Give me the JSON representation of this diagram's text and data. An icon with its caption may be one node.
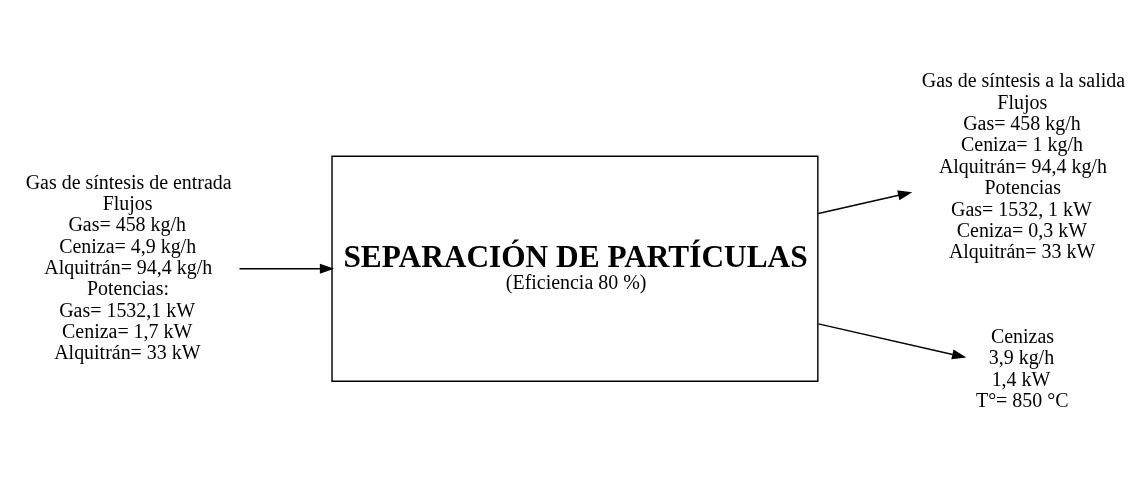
{
  "diagram": {
    "nodes": [
      {
        "text": [
          "Gas de síntesis de entrada",
          "Flujos",
          "Gas= 458 kg/h",
          "Ceniza= 4,9 kg/h",
          "Alquitrán= 94,4 kg/h",
          "Potencias:",
          "Gas= 1532,1 kW",
          "Ceniza= 1,7 kW",
          "Alquitrán= 33 kW"
        ]
      },
      {
        "text": [
          "SEPARACIÓN DE PARTÍCULAS",
          "(Eficiencia 80 %)"
        ]
      },
      {
        "text": [
          "Gas de síntesis a la salida",
          "Flujos",
          "Gas= 458 kg/h",
          "Ceniza= 1 kg/h",
          "Alquitrán= 94,4 kg/h",
          "Potencias",
          "Gas= 1532, 1 kW",
          "Ceniza= 0,3 kW",
          "Alquitrán= 33 kW"
        ]
      },
      {
        "text": [
          "Cenizas",
          "3,9 kg/h",
          "1,4 kW",
          "T°= 850 °C"
        ]
      }
    ],
    "edges": [
      {
        "from": 0,
        "to": 1,
        "arrow": "to"
      },
      {
        "from": 1,
        "to": 2,
        "arrow": "to"
      },
      {
        "from": 1,
        "to": 3,
        "arrow": "to"
      }
    ]
  }
}
